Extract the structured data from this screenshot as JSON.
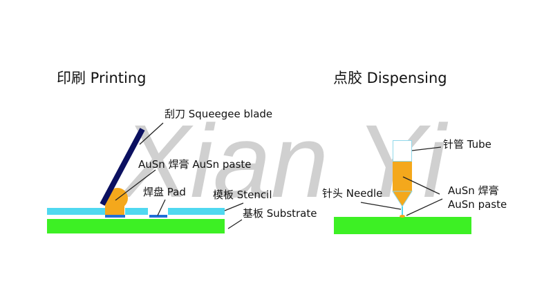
{
  "watermark": "Xian Yi",
  "printing": {
    "title": "印刷 Printing",
    "labels": {
      "blade": "刮刀 Squeegee blade",
      "paste": "AuSn 焊膏 AuSn paste",
      "pad": "焊盘 Pad",
      "stencil": "模板 Stencil",
      "substrate": "基板 Substrate"
    }
  },
  "dispensing": {
    "title": "点胶 Dispensing",
    "labels": {
      "tube": "针管 Tube",
      "needle": "针头 Needle",
      "paste_line1": "AuSn 焊膏",
      "paste_line2": "AuSn paste"
    }
  },
  "colors": {
    "stencil": "#4fd8f0",
    "pad": "#1f6fd8",
    "substrate": "#3df024",
    "paste": "#f4a81c",
    "blade": "#0b1060"
  }
}
